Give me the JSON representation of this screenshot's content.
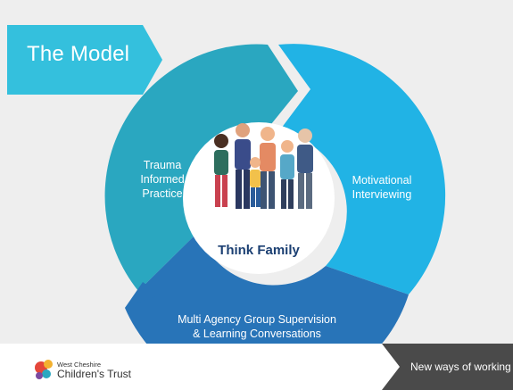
{
  "slide": {
    "title": "The Model",
    "center_label": "Think Family",
    "segments": {
      "trauma": "Trauma\nInformed\nPractice",
      "motivational": "Motivational\nInterviewing",
      "multi_agency": "Multi  Agency Group Supervision\n& Learning Conversations"
    }
  },
  "footer": {
    "logo_small": "West Cheshire",
    "logo_big": "Children's Trust",
    "tagline": "New ways of working"
  },
  "colors": {
    "teal": "#2aa7c0",
    "light_blue": "#21b3e5",
    "dark_blue": "#2874b8",
    "navy_text": "#1b3f72",
    "banner": "#34c0dd",
    "footer_dark": "#4a4a4a"
  }
}
